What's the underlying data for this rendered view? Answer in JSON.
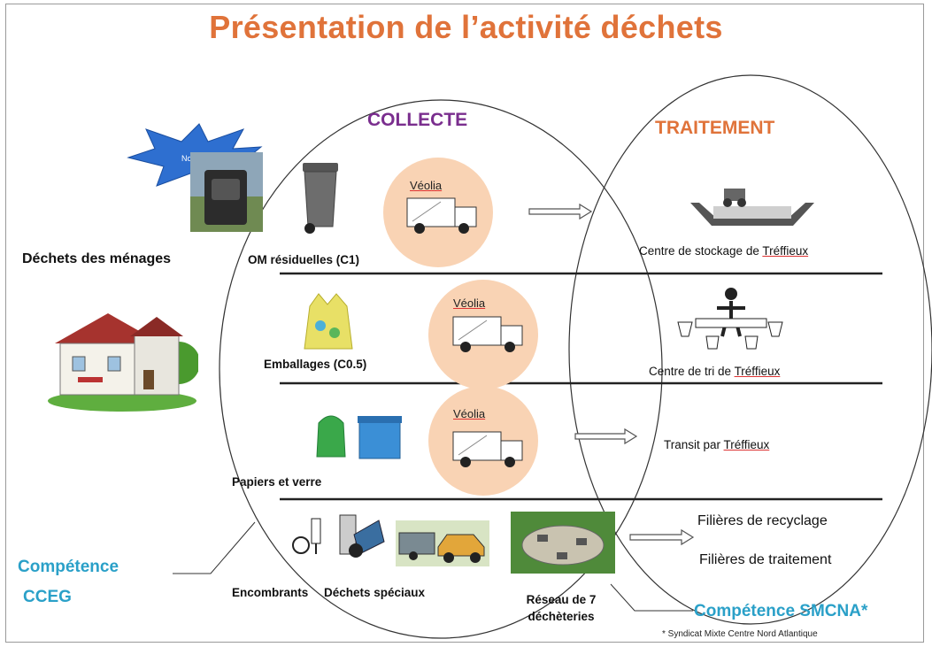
{
  "title": "Présentation de l’activité déchets",
  "headers": {
    "collecte": "COLLECTE",
    "traitement": "TRAITEMENT"
  },
  "households": {
    "label": "Déchets des ménages",
    "sticker_text": "Nouveau"
  },
  "rows": [
    {
      "collect_label": "OM résiduelles (C1)",
      "operator": "Véolia",
      "dest_prefix": "Centre de stockage de ",
      "dest_place": "Tréffieux"
    },
    {
      "collect_label": "Emballages (C0.5)",
      "operator": "Véolia",
      "dest_prefix": "Centre de tri de ",
      "dest_place": "Tréffieux"
    },
    {
      "collect_label": "Papiers et verre",
      "operator": "Véolia",
      "dest_prefix": "Transit par ",
      "dest_place": "Tréffieux"
    }
  ],
  "bottom": {
    "encombrants": "Encombrants",
    "dechets_speciaux": "Déchets spéciaux",
    "reseau_line1": "Réseau de 7",
    "reseau_line2": "déchèteries",
    "filiere_recyclage": "Filières de recyclage",
    "filiere_traitement": "Filières de traitement"
  },
  "competences": {
    "ccEG_line1": "Compétence",
    "ccEG_line2": "CCEG",
    "smcna": "Compétence SMCNA*",
    "footnote": "* Syndicat Mixte Centre Nord Atlantique"
  },
  "colors": {
    "title": "#e0733a",
    "collecte": "#7a2e8e",
    "competence": "#2aa0c8",
    "blob": "#f9d3b4"
  }
}
